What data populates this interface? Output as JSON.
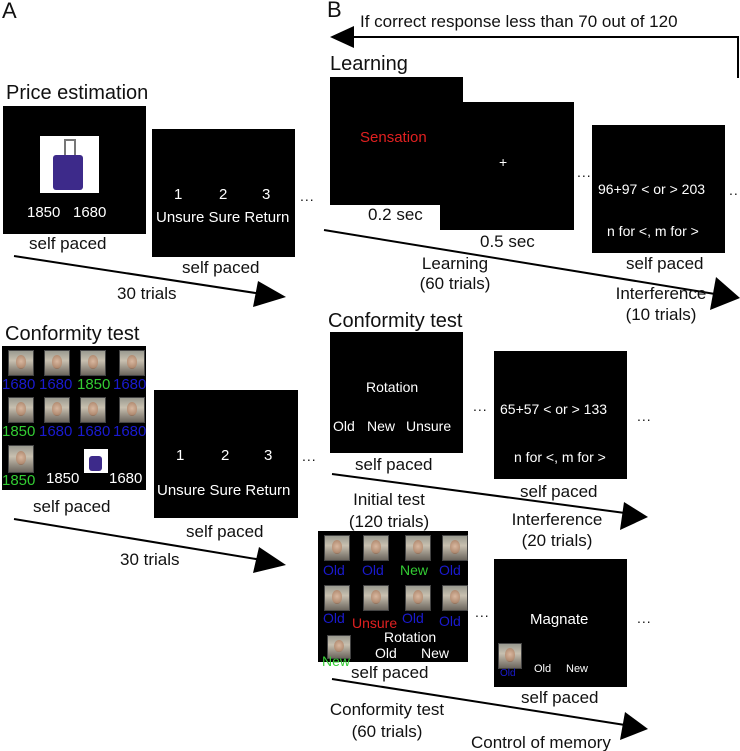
{
  "panel_a": {
    "letter": "A",
    "price_estimation": {
      "title": "Price estimation",
      "screen1": {
        "prices": [
          "1850",
          "1680"
        ],
        "timing": "self paced",
        "image": "suitcase"
      },
      "screen2": {
        "numbers": [
          "1",
          "2",
          "3"
        ],
        "options": "Unsure Sure Return",
        "timing": "self paced"
      },
      "ellipsis": "...",
      "arrow_label": "30 trials"
    },
    "conformity_test": {
      "title": "Conformity test",
      "grid": {
        "row1": [
          {
            "value": "1680",
            "color": "#1a1ad0"
          },
          {
            "value": "1680",
            "color": "#1a1ad0"
          },
          {
            "value": "1850",
            "color": "#33cc33"
          },
          {
            "value": "1680",
            "color": "#1a1ad0"
          }
        ],
        "row2": [
          {
            "value": "1850",
            "color": "#33cc33"
          },
          {
            "value": "1680",
            "color": "#1a1ad0"
          },
          {
            "value": "1680",
            "color": "#1a1ad0"
          },
          {
            "value": "1680",
            "color": "#1a1ad0"
          }
        ],
        "row3": [
          {
            "value": "1850",
            "color": "#33cc33"
          }
        ],
        "prices": [
          "1850",
          "1680"
        ]
      },
      "screen1_timing": "self paced",
      "screen2": {
        "numbers": [
          "1",
          "2",
          "3"
        ],
        "options": "Unsure Sure Return",
        "timing": "self paced"
      },
      "ellipsis": "...",
      "arrow_label": "30 trials"
    }
  },
  "panel_b": {
    "letter": "B",
    "loop_label": "If correct response less than 70 out of 120",
    "learning": {
      "title": "Learning",
      "screen1": {
        "word": "Sensation",
        "word_color": "#e02020",
        "timing": "0.2 sec"
      },
      "screen2": {
        "symbol": "+",
        "timing": "0.5 sec"
      },
      "ellipsis": "...",
      "screen3": {
        "equation": "96+97 < or > 203",
        "instruction": "n for <, m for >",
        "timing": "self paced"
      },
      "ellipsis_after": "...",
      "arrow_label_1": "Learning",
      "arrow_label_1b": "(60 trials)",
      "arrow_label_2": "Interference",
      "arrow_label_2b": "(10 trials)"
    },
    "conformity_test": {
      "title": "Conformity test",
      "screen1": {
        "word": "Rotation",
        "options": [
          "Old",
          "New",
          "Unsure"
        ],
        "timing": "self paced"
      },
      "ellipsis": "...",
      "screen2": {
        "equation": "65+57 < or > 133",
        "instruction": "n for <, m for >",
        "timing": "self paced"
      },
      "ellipsis_after": "...",
      "arrow_label_1": "Initial test",
      "arrow_label_1b": "(120 trials)",
      "arrow_label_2": "Interference",
      "arrow_label_2b": "(20 trials)"
    },
    "conformity_test_2": {
      "grid": {
        "row1": [
          {
            "value": "Old",
            "color": "#1a1ad0"
          },
          {
            "value": "Old",
            "color": "#1a1ad0"
          },
          {
            "value": "New",
            "color": "#33cc33"
          },
          {
            "value": "Old",
            "color": "#1a1ad0"
          }
        ],
        "row2": [
          {
            "value": "Old",
            "color": "#1a1ad0"
          },
          {
            "value": "Unsure",
            "color": "#e02020"
          },
          {
            "value": "Old",
            "color": "#1a1ad0"
          },
          {
            "value": "Old",
            "color": "#1a1ad0"
          }
        ],
        "row3": [
          {
            "value": "New",
            "color": "#33cc33"
          }
        ],
        "word": "Rotation",
        "options": [
          "Old",
          "New"
        ]
      },
      "screen1_timing": "self paced",
      "ellipsis": "...",
      "screen2": {
        "word": "Magnate",
        "face_label": "Old",
        "face_label_color": "#1a1ad0",
        "options": [
          "Old",
          "New"
        ],
        "timing": "self paced"
      },
      "ellipsis_after": "...",
      "arrow_label_1": "Conformity test",
      "arrow_label_1b": "(60 trials)",
      "arrow_label_2": "Control of memory"
    }
  }
}
